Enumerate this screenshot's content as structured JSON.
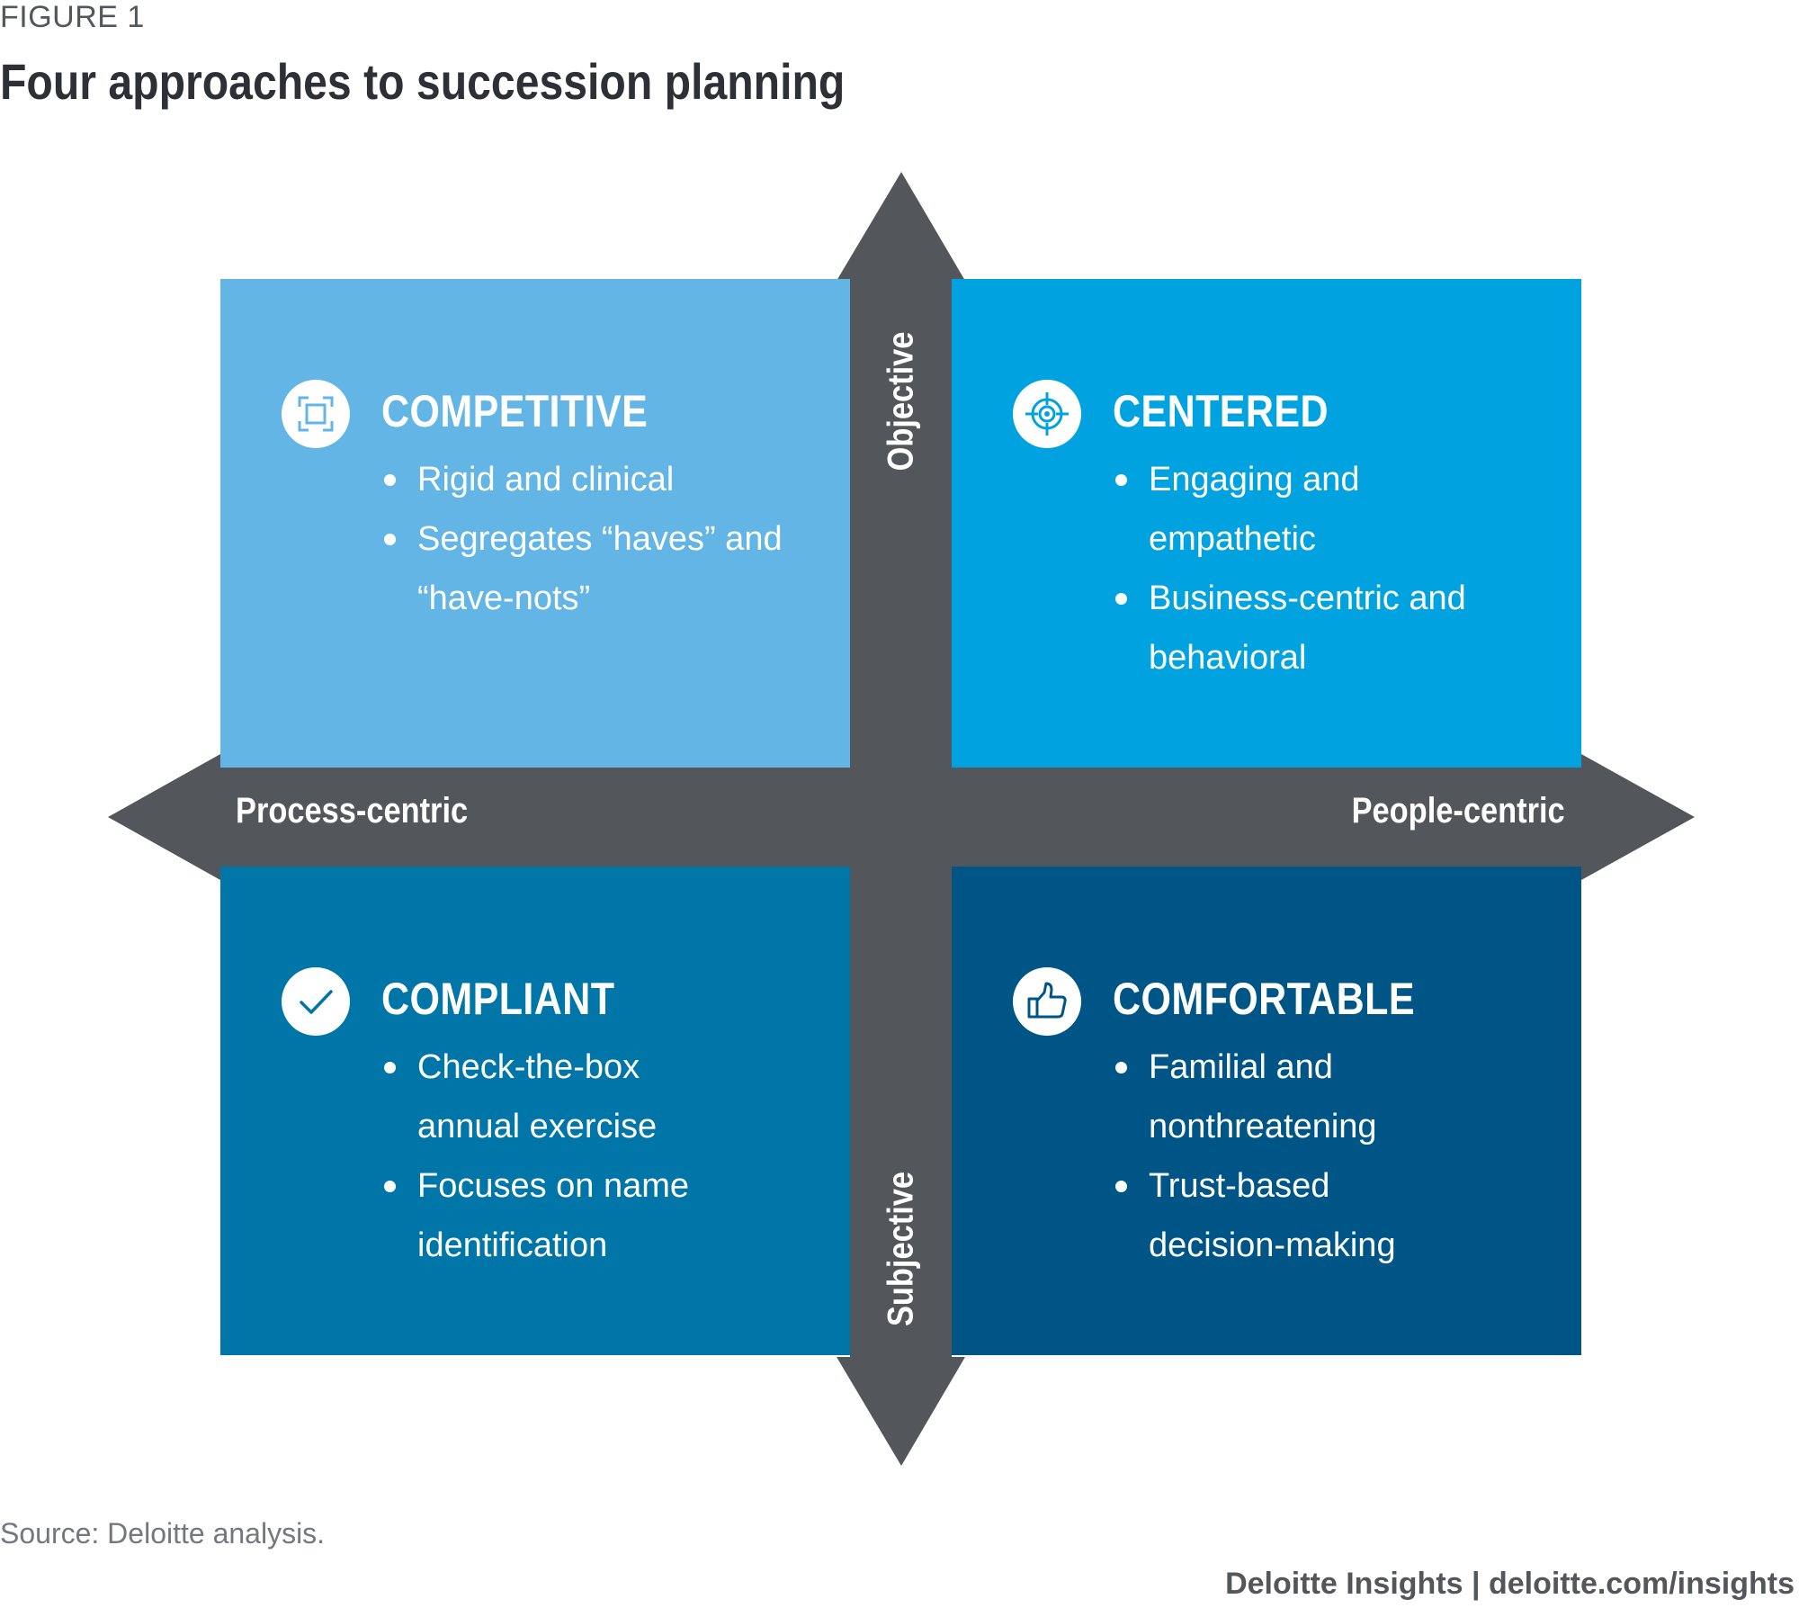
{
  "figure_label": "FIGURE 1",
  "title": "Four approaches to succession planning",
  "axes": {
    "left": "Process-centric",
    "right": "People-centric",
    "top": "Objective",
    "bottom": "Subjective"
  },
  "quadrants": {
    "top_left": {
      "title": "COMPETITIVE",
      "icon": "expand-frame-icon",
      "color": "#62b5e5",
      "bullets": [
        "Rigid and clinical",
        "Segregates “haves” and “have-nots”"
      ]
    },
    "top_right": {
      "title": "CENTERED",
      "icon": "target-crosshair-icon",
      "color": "#00a3e0",
      "bullets": [
        "Engaging and empathetic",
        "Business-centric and behavioral"
      ]
    },
    "bottom_left": {
      "title": "COMPLIANT",
      "icon": "checkmark-icon",
      "color": "#0076a8",
      "bullets": [
        "Check-the-box annual exercise",
        "Focuses on name identification"
      ]
    },
    "bottom_right": {
      "title": "COMFORTABLE",
      "icon": "thumbs-up-icon",
      "color": "#005587",
      "bullets": [
        "Familial and nonthreatening",
        "Trust-based decision-making"
      ]
    }
  },
  "axis_color": "#53565a",
  "source": "Source: Deloitte analysis.",
  "credit": "Deloitte Insights | deloitte.com/insights"
}
